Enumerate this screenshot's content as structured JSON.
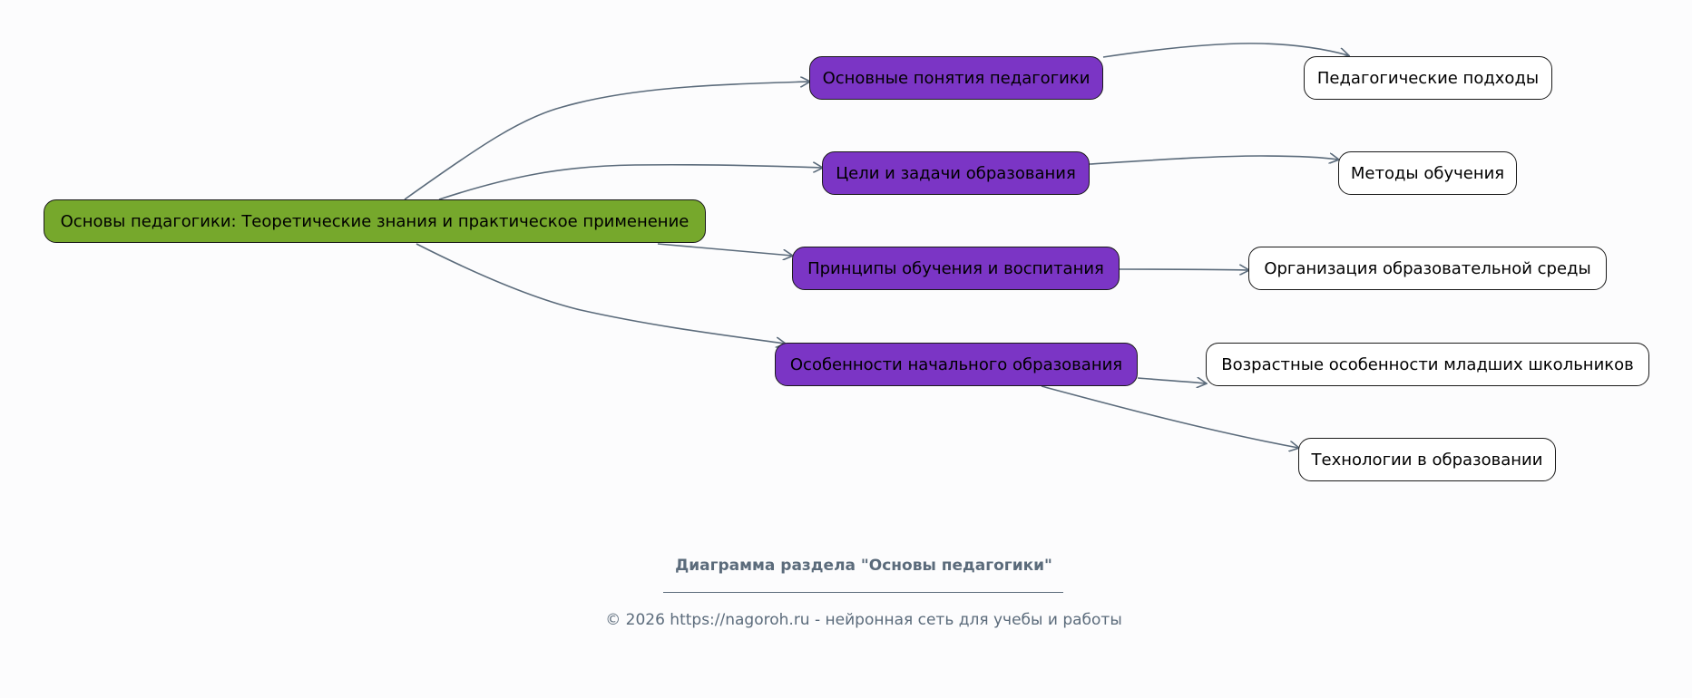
{
  "diagram": {
    "root": {
      "label": "Основы педагогики: Теоретические знания и практическое применение"
    },
    "topics": [
      {
        "label": "Основные понятия педагогики"
      },
      {
        "label": "Цели и задачи образования"
      },
      {
        "label": "Принципы обучения и воспитания"
      },
      {
        "label": "Особенности начального образования"
      }
    ],
    "subtopics": [
      {
        "label": "Педагогические подходы"
      },
      {
        "label": "Методы обучения"
      },
      {
        "label": "Организация образовательной среды"
      },
      {
        "label": "Возрастные особенности младших школьников"
      },
      {
        "label": "Технологии в образовании"
      }
    ],
    "edges": [
      {
        "from": "root",
        "to": "topic-1"
      },
      {
        "from": "root",
        "to": "topic-2"
      },
      {
        "from": "root",
        "to": "topic-3"
      },
      {
        "from": "root",
        "to": "topic-4"
      },
      {
        "from": "topic-1",
        "to": "subtopic-1"
      },
      {
        "from": "topic-2",
        "to": "subtopic-2"
      },
      {
        "from": "topic-3",
        "to": "subtopic-3"
      },
      {
        "from": "topic-4",
        "to": "subtopic-4"
      },
      {
        "from": "topic-4",
        "to": "subtopic-5"
      }
    ]
  },
  "caption": {
    "title": "Диаграмма раздела \"Основы педагогики\"",
    "footer": "© 2026 https://nagoroh.ru - нейронная сеть для учебы и работы"
  },
  "colors": {
    "root_fill": "#76a82c",
    "topic_fill": "#7b35c5",
    "subtopic_fill": "#ffffff",
    "edge": "#5b6b7b",
    "caption_text": "#5b6b7b",
    "background": "#fcfcfd"
  }
}
